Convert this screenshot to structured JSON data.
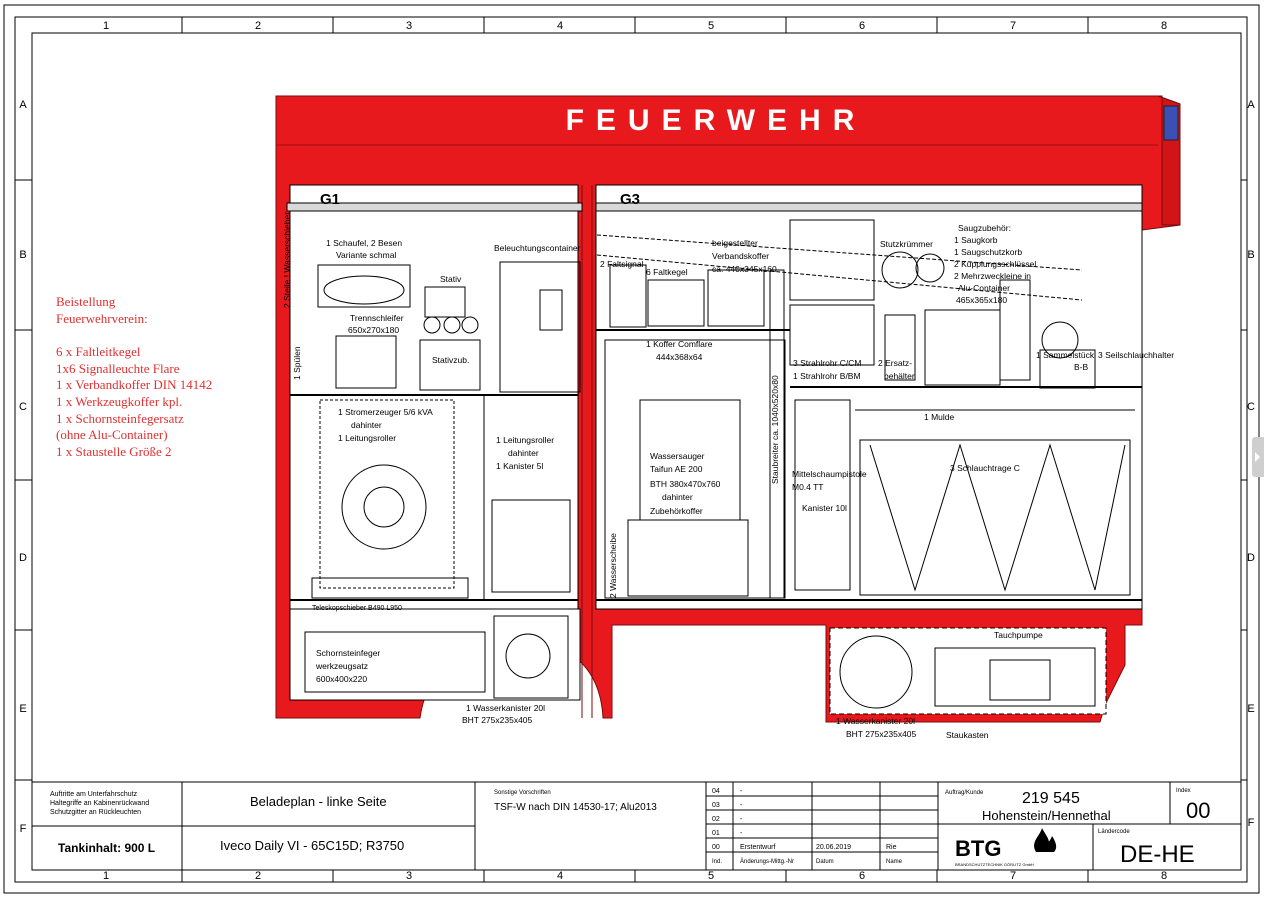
{
  "frame": {
    "columns": [
      "1",
      "2",
      "3",
      "4",
      "5",
      "6",
      "7",
      "8"
    ],
    "rows": [
      "A",
      "B",
      "C",
      "D",
      "E",
      "F"
    ]
  },
  "vehicle": {
    "title": "FEUERWEHR",
    "compartments": [
      "G1",
      "G3"
    ]
  },
  "labels": {
    "shovel": "1 Schaufel, 2 Besen",
    "shovel2": "Variante schmal",
    "lighting_container": "Beleuchtungscontainer",
    "stand": "Stativ",
    "cutoff": "Trennschleifer",
    "cutoff_dim": "650x270x180",
    "stand_acc": "Stativzub.",
    "spoilers": "1 Spülen",
    "ladder_side": "2 Steile ! Wasserschieber",
    "generator": "1 Stromerzeuger 5/6 kVA",
    "generator2": "dahinter",
    "generator3": "1 Leitungsroller",
    "cable_reel": "1 Leitungsroller",
    "cable_reel2": "dahinter",
    "cable_reel3": "1 Kanister 5l",
    "telescope": "Teleskopschieber B490 L950",
    "chimney1": "Schornsteinfeger",
    "chimney2": "werkzeugsatz",
    "chimney3": "600x400x220",
    "canister_left": "1 Wasserkanister 20l",
    "canister_left2": "BHT 275x235x405",
    "fold_signal": "2 Faltsignal",
    "fold_cone": "6 Faltkegel",
    "first_aid": "beigestellter",
    "first_aid2": "Verbandskoffer",
    "first_aid3": "ca. 440x345x160",
    "coupling": "Stutzkrümmer",
    "suction": "Saugzubehör:",
    "suction2": "1 Saugkorb",
    "suction3": "1 Saugschutzkorb",
    "suction4": "2 Kupplungsschlüssel",
    "suction5": "2 Mehrzweckleine in",
    "suction6": "Alu-Container",
    "suction7": "465x365x180",
    "case": "1 Koffer Comflare",
    "case_dim": "444x368x64",
    "nozzles": "3 Strahlrohr C/CM",
    "nozzles2": "1 Strahlrohr B/BM",
    "spare": "2 Ersatz-",
    "spare2": "behälter",
    "collector": "1 Sammelstück",
    "collector2": "B-B",
    "rope_holder": "3 Seilschlauchhalter",
    "trough": "1 Mulde",
    "vacuum": "Wassersauger",
    "vacuum2": "Taifun AE 200",
    "vacuum3": "BTH 380x470x760",
    "vacuum4": "dahinter",
    "vacuum5": "Zubehörkoffer",
    "divider": "2 Wasserscheibe",
    "manifold": "Staubreiter ca. 1040x520x80",
    "foam": "Mittelschaumpistole",
    "foam2": "M0.4 TT",
    "foam_can": "Kanister 10l",
    "hose": "3 Schlauchtrage C",
    "pump": "Tauchpumpe",
    "canister_right": "1 Wasserkanister 20l",
    "canister_right2": "BHT 275x235x405",
    "storage": "Staukasten"
  },
  "order": {
    "heading": "Beistellung",
    "heading2": "Feuerwehrverein:",
    "items": [
      "6 x Faltleitkegel",
      "1x6 Signalleuchte Flare",
      "1 x Verbandkoffer DIN 14142",
      "1 x Werkzeugkoffer kpl.",
      "1 x Schornsteinfegersatz",
      "(ohne Alu-Container)",
      "1 x Staustelle Größe 2"
    ]
  },
  "title_block": {
    "notes": [
      "Auftritte am Unterfahrschutz",
      "Haltegriffe an Kabinenrückwand",
      "Schutzgitter an Rückleuchten"
    ],
    "tank": "Tankinhalt: 900 L",
    "plan": "Beladeplan - linke Seite",
    "model": "Iveco Daily VI - 65C15D; R3750",
    "other_label": "Sonstige Vorschriften",
    "other": "TSF-W nach DIN 14530-17; Alu2013",
    "rev_nums": [
      "04",
      "03",
      "02",
      "01",
      "00"
    ],
    "rev_dots": [
      "-",
      "-",
      "-",
      "-"
    ],
    "rev_text": "Erstentwurf",
    "rev_date": "20.06.2019",
    "rev_name": "Rie",
    "rev_head": [
      "Ind.",
      "Änderungs-Mittg.-Nr",
      "Datum",
      "Name"
    ],
    "order_label": "Auftrag/Kunde",
    "order_no": "219 545",
    "customer": "Hohenstein/Hennethal",
    "index_label": "Index",
    "index": "00",
    "company": "BTG",
    "company_sub": "BRANDSCHUTZTECHNIK GÖRLITZ GmbH",
    "country_label": "Ländercode",
    "country": "DE-HE"
  },
  "colors": {
    "red": "#e8191d",
    "dark_red": "#c9161a",
    "light_gray": "#d9d9d9"
  }
}
